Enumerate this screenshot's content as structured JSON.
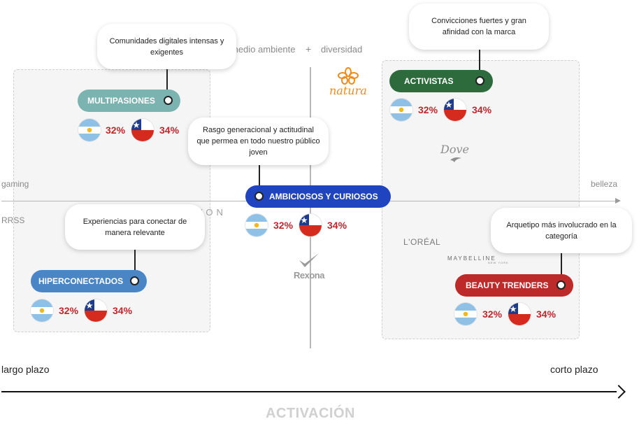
{
  "axes": {
    "top_left": "medio ambiente",
    "top_plus": "+",
    "top_right": "diversidad",
    "left_top": "gaming",
    "left_bottom": "RRSS",
    "right": "belleza",
    "bottom_left": "largo plazo",
    "bottom_right": "corto plazo",
    "title": "ACTIVACIÓN"
  },
  "segments": {
    "multipasiones": {
      "label": "MULTIPASIONES",
      "note": "Comunidades digitales intensas y exigentes",
      "ar": "32%",
      "cl": "34%",
      "color": "#7bb3b1"
    },
    "hiperconectados": {
      "label": "HIPERCONECTADOS",
      "note": "Experiencias para conectar de manera relevante",
      "ar": "32%",
      "cl": "34%",
      "color": "#4a86c5"
    },
    "ambiciosos": {
      "label": "AMBICIOSOS Y CURIOSOS",
      "note": "Rasgo generacional y actitudinal que permea en todo nuestro público joven",
      "ar": "32%",
      "cl": "34%",
      "color": "#2044c0"
    },
    "activistas": {
      "label": "ACTIVISTAS",
      "note": "Convicciones fuertes y gran afinidad con la marca",
      "ar": "32%",
      "cl": "34%",
      "color": "#2d6b3c"
    },
    "beauty": {
      "label": "BEAUTY TRENDERS",
      "note": "Arquetipo más involucrado en la categoría",
      "ar": "32%",
      "cl": "34%",
      "color": "#bd2a2a"
    }
  },
  "brands": {
    "natura": "natura",
    "dove": "Dove",
    "avon": "AVON",
    "loreal": "L'ORÉAL",
    "maybelline": "MAYBELLINE",
    "maybelline_sub": "NEW YORK",
    "rexona": "Rexona"
  },
  "icons": {
    "flag_ar": "argentina-flag-icon",
    "flag_cl": "chile-flag-icon",
    "natura_logo": "natura-flower-icon",
    "dove_logo": "dove-bird-icon",
    "rexona_logo": "rexona-check-icon"
  }
}
